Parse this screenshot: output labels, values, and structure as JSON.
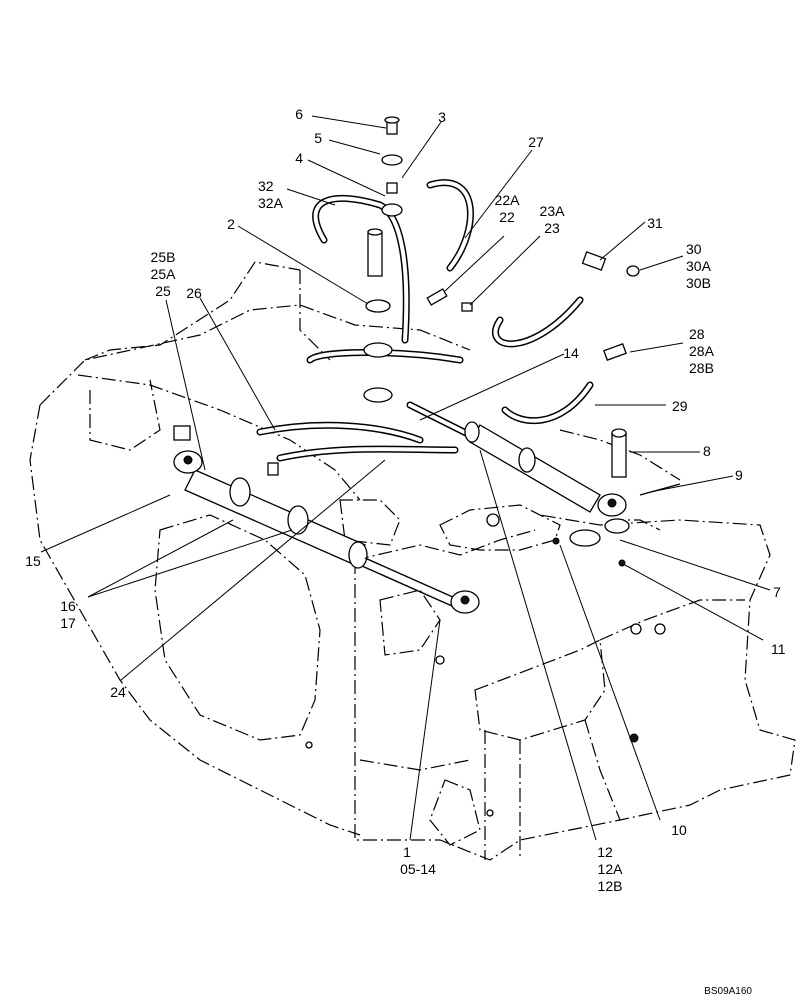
{
  "callouts": [
    {
      "id": "c6",
      "text": "6"
    },
    {
      "id": "c5",
      "text": "5"
    },
    {
      "id": "c3",
      "text": "3"
    },
    {
      "id": "c4",
      "text": "4"
    },
    {
      "id": "c27",
      "text": "27"
    },
    {
      "id": "c32",
      "lines": [
        "32",
        "32A"
      ]
    },
    {
      "id": "c22",
      "lines": [
        "22A",
        "22"
      ]
    },
    {
      "id": "c23",
      "lines": [
        "23A",
        "23"
      ]
    },
    {
      "id": "c2",
      "text": "2"
    },
    {
      "id": "c31",
      "text": "31"
    },
    {
      "id": "c30",
      "lines": [
        "30",
        "30A",
        "30B"
      ]
    },
    {
      "id": "c25",
      "lines": [
        "25B",
        "25A",
        "25"
      ]
    },
    {
      "id": "c26",
      "text": "26"
    },
    {
      "id": "c28",
      "lines": [
        "28",
        "28A",
        "28B"
      ]
    },
    {
      "id": "c14",
      "text": "14"
    },
    {
      "id": "c29",
      "text": "29"
    },
    {
      "id": "c8",
      "text": "8"
    },
    {
      "id": "c9",
      "text": "9"
    },
    {
      "id": "c7",
      "text": "7"
    },
    {
      "id": "c11",
      "text": "11"
    },
    {
      "id": "c15",
      "text": "15"
    },
    {
      "id": "c16",
      "lines": [
        "16",
        "17"
      ]
    },
    {
      "id": "c24",
      "text": "24"
    },
    {
      "id": "c1",
      "lines": [
        "1",
        "05-14"
      ]
    },
    {
      "id": "c12",
      "lines": [
        "12",
        "12A",
        "12B"
      ]
    },
    {
      "id": "c10",
      "text": "10"
    }
  ],
  "figure_code": "BS09A160"
}
